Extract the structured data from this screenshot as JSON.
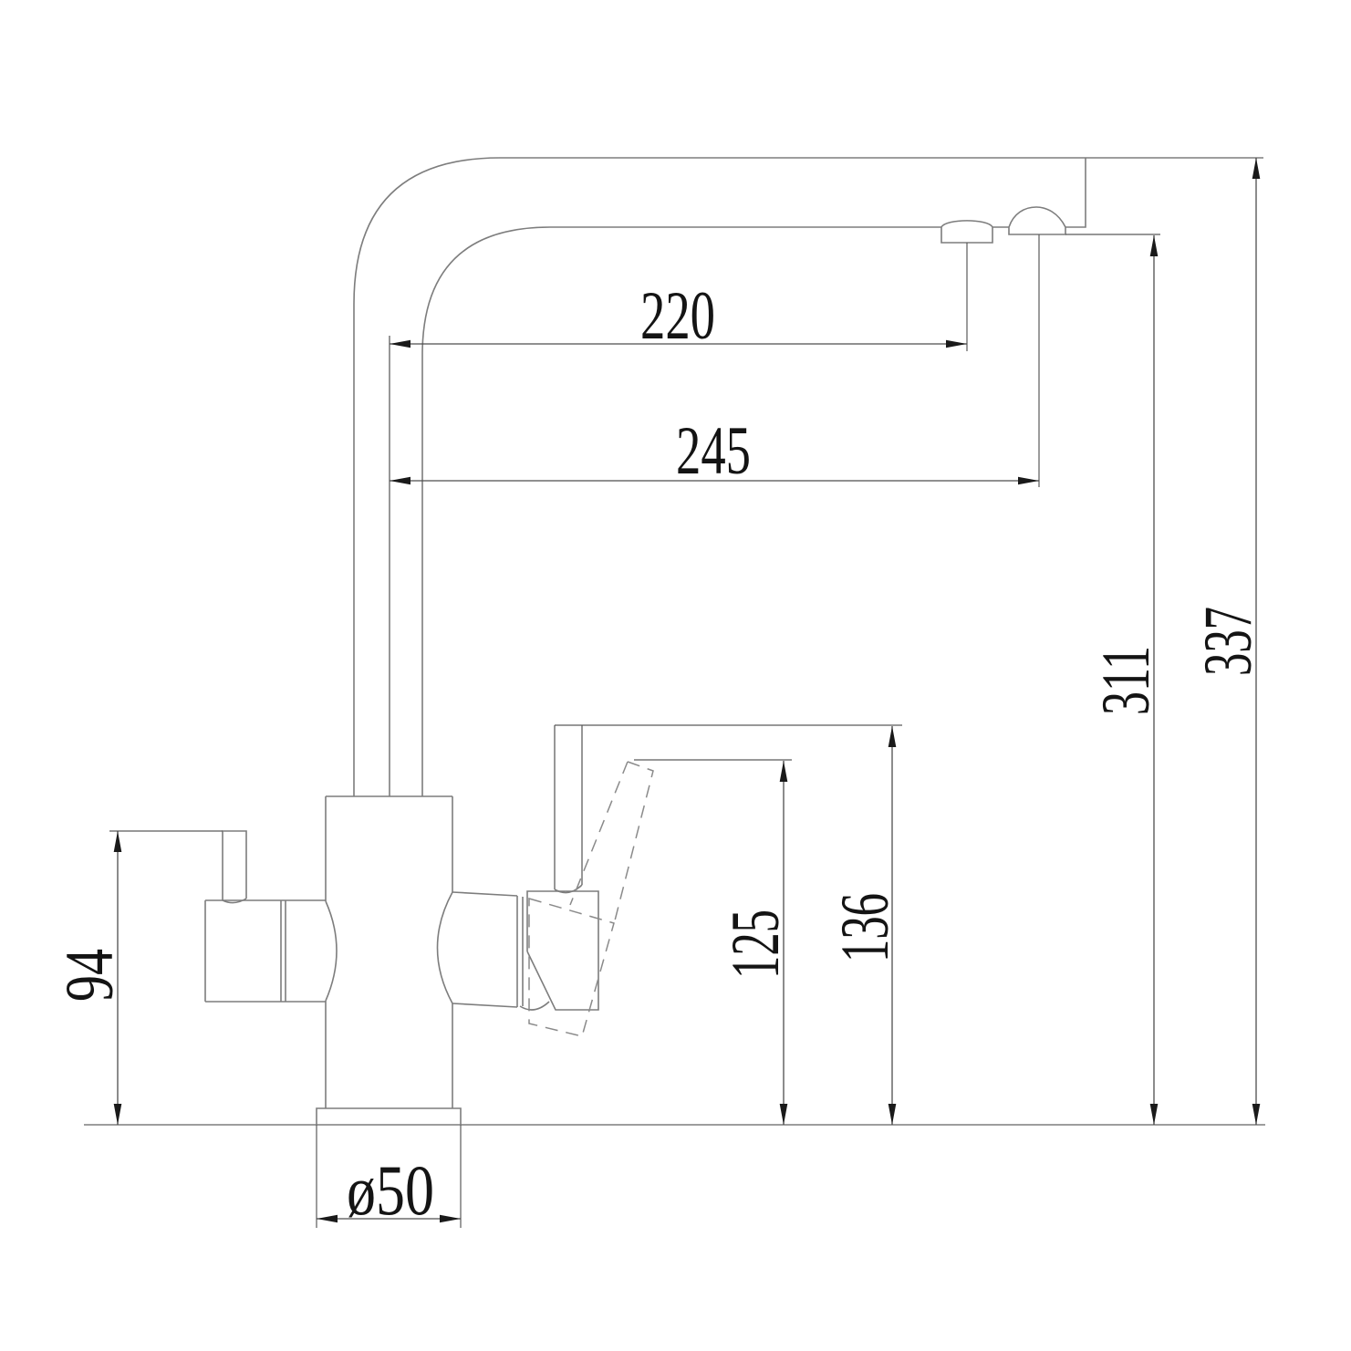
{
  "drawing": {
    "kind": "faucet dimensional line drawing",
    "background_color": "#ffffff",
    "outline_color": "#7d7d7d",
    "dimension_line_color": "#4d4d4d",
    "text_color": "#141414"
  },
  "dims": {
    "d220": "220",
    "d245": "245",
    "d311": "311",
    "d337": "337",
    "d94": "94",
    "d125": "125",
    "d136": "136",
    "d50": "ø50"
  }
}
